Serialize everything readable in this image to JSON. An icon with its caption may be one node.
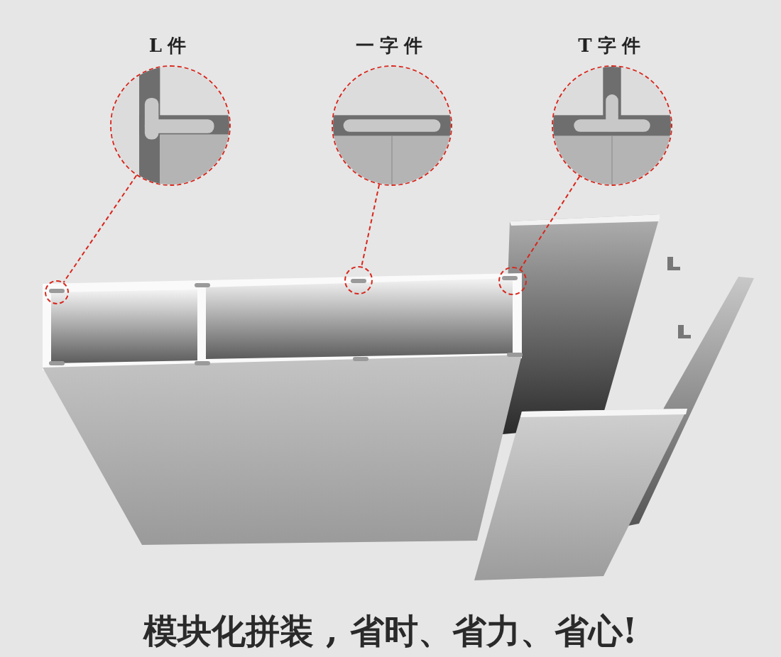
{
  "diagram": {
    "caption": "模块化拼装 , 省时、省力、省心!",
    "nodes": [
      {
        "text": [
          "L件"
        ]
      },
      {
        "text": [
          "一字件"
        ]
      },
      {
        "text": [
          "T字件"
        ]
      },
      {
        "text": [],
        "shape": "circle"
      },
      {
        "text": [],
        "shape": "circle"
      },
      {
        "text": [],
        "shape": "circle"
      }
    ],
    "edges": [
      {
        "from": 0,
        "to": 3,
        "arrow": "none",
        "style": "dashed"
      },
      {
        "from": 1,
        "to": 4,
        "arrow": "none",
        "style": "dashed"
      },
      {
        "from": 2,
        "to": 5,
        "arrow": "none",
        "style": "dashed"
      }
    ]
  }
}
